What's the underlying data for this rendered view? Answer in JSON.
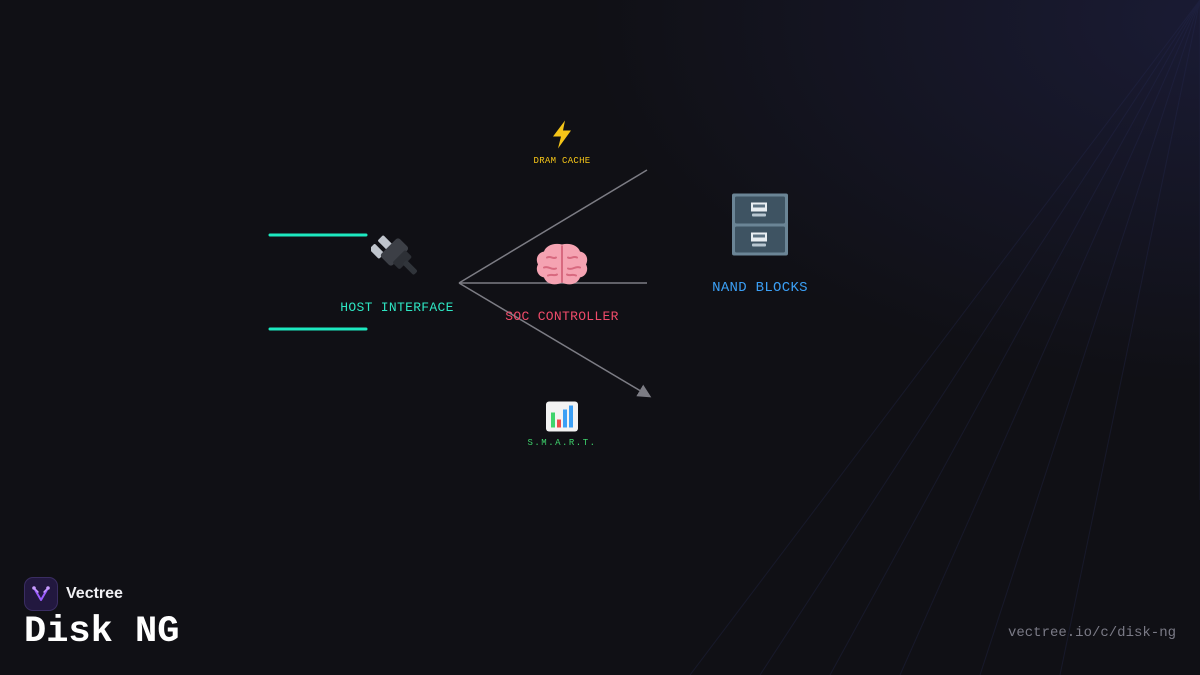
{
  "diagram": {
    "nodes": {
      "host": {
        "label": "HOST INTERFACE",
        "icon": "plug-icon",
        "color": "#2ee6c3"
      },
      "soc": {
        "label": "SOC CONTROLLER",
        "icon": "brain-icon",
        "color": "#f04b6a"
      },
      "nand": {
        "label": "NAND BLOCKS",
        "icon": "file-cabinet-icon",
        "color": "#3b9ff5"
      },
      "dram": {
        "label": "DRAM CACHE",
        "icon": "lightning-icon",
        "color": "#f5c518"
      },
      "smart": {
        "label": "S.M.A.R.T.",
        "icon": "bar-chart-icon",
        "color": "#3fd46d"
      }
    },
    "colors": {
      "accent_bus": "#1de9c0",
      "connector": "#7c7c84"
    }
  },
  "brand": {
    "name": "Vectree",
    "logo_icon": "vectree-logo-icon",
    "logo_color": "#9a5cff"
  },
  "title": "Disk NG",
  "url": "vectree.io/c/disk-ng"
}
